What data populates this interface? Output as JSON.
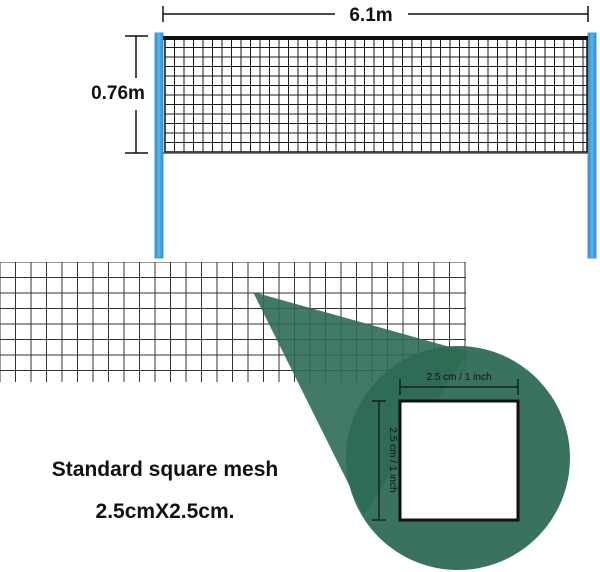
{
  "net": {
    "width_label": "6.1m",
    "height_label": "0.76m",
    "pole_color": "#3aa0dc",
    "mesh_color": "#1a1a1a"
  },
  "detail": {
    "lens_color": "#2e6b54",
    "width_label": "2.5 cm / 1 inch",
    "height_label": "2.5 cm / 1 inch"
  },
  "caption": {
    "line1": "Standard square mesh",
    "line2": "2.5cmX2.5cm."
  }
}
